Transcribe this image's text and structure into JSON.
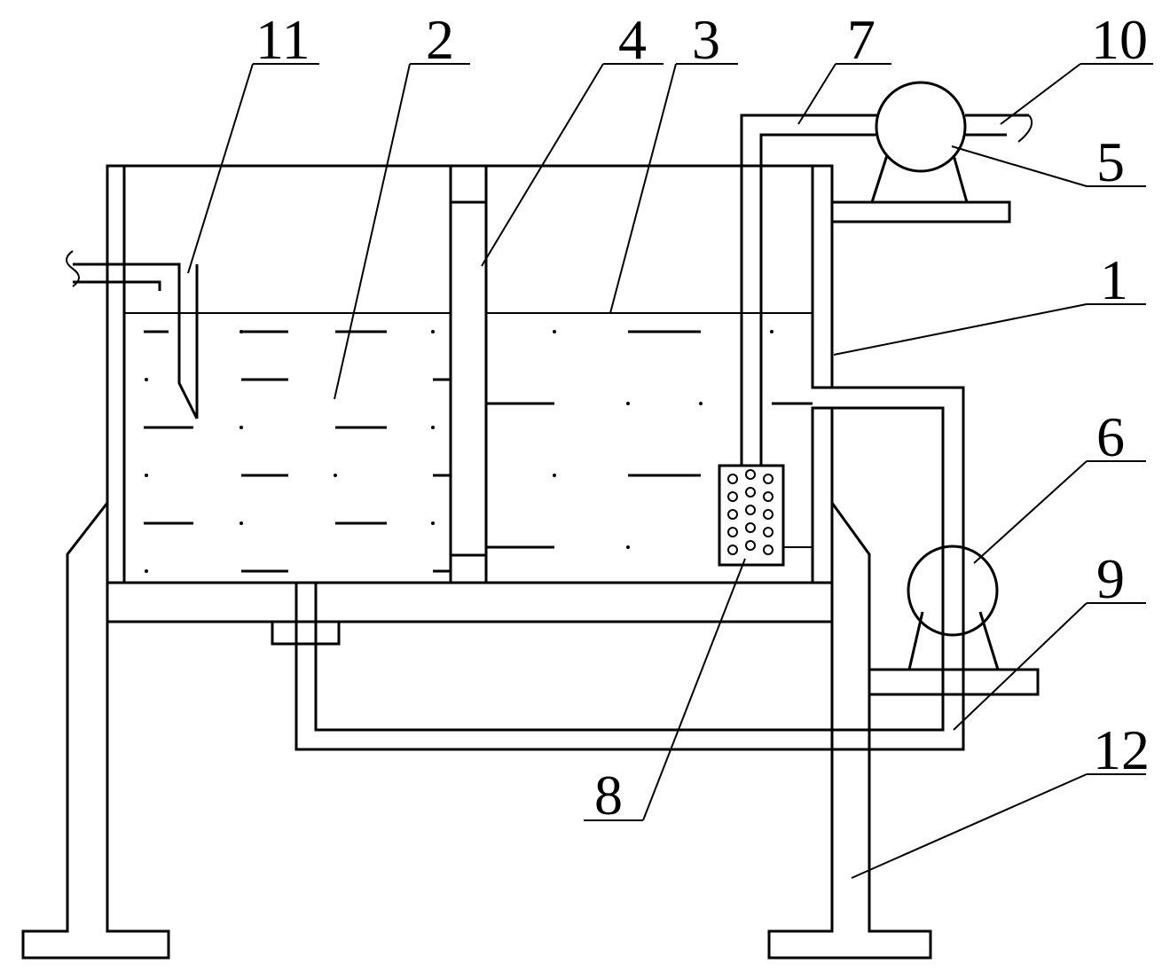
{
  "diagram": {
    "callouts": [
      {
        "id": "11",
        "label": "11"
      },
      {
        "id": "2",
        "label": "2"
      },
      {
        "id": "4",
        "label": "4"
      },
      {
        "id": "3",
        "label": "3"
      },
      {
        "id": "7",
        "label": "7"
      },
      {
        "id": "10",
        "label": "10"
      },
      {
        "id": "5",
        "label": "5"
      },
      {
        "id": "1",
        "label": "1"
      },
      {
        "id": "6",
        "label": "6"
      },
      {
        "id": "9",
        "label": "9"
      },
      {
        "id": "8",
        "label": "8"
      },
      {
        "id": "12",
        "label": "12"
      }
    ]
  }
}
